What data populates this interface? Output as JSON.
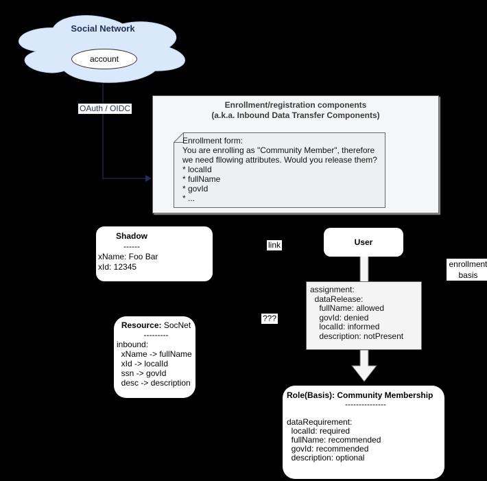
{
  "colors": {
    "background": "#000000",
    "cloud_fill": "#dae8fc",
    "navy_accent": "#1f2d58",
    "panel_fill": "#f5f6f7",
    "note_fill": "#eeeff0",
    "gray_border": "#666666",
    "node_fill": "#ffffff"
  },
  "cloud": {
    "title": "Social Network",
    "account_label": "account"
  },
  "connectors": {
    "oauth_label": "OAuth / OIDC",
    "link_label": "link",
    "question_label": "???",
    "enrollment_basis_line1": "enrollment",
    "enrollment_basis_line2": "basis"
  },
  "enrollment_panel": {
    "title_line1": "Enrollment/registration components",
    "title_line2": "(a.k.a. Inbound Data Transfer Components)",
    "note_lines": [
      "Enrollment form:",
      "You are enrolling as \"Community Member\", therefore",
      "we need fllowing attributes. Would you release them?",
      "* localId",
      "* fullName",
      "* govId",
      "* ..."
    ]
  },
  "shadow_box": {
    "title": "Shadow",
    "divider": "------",
    "lines": [
      "xName: Foo Bar",
      "xId: 12345"
    ]
  },
  "user_box": {
    "title": "User"
  },
  "assignment_box": {
    "lines": [
      "assignment:",
      "  dataRelease:",
      "    fullName: allowed",
      "    govId: denied",
      "    localId: informed",
      "    description: notPresent"
    ]
  },
  "resource_box": {
    "title_bold": "Resource:",
    "title_rest": " SocNet",
    "divider": "---------",
    "lines": [
      "inbound:",
      "  xName -> fullName",
      "  xId -> localId",
      "  ssn -> govId",
      "  desc -> description"
    ]
  },
  "role_box": {
    "title": "Role(Basis): Community Membership",
    "divider": "---------------",
    "lines": [
      "",
      "dataRequirement:",
      "  localId: required",
      "  fullName: recommended",
      "  govId: recommended",
      "  description: optional"
    ]
  }
}
